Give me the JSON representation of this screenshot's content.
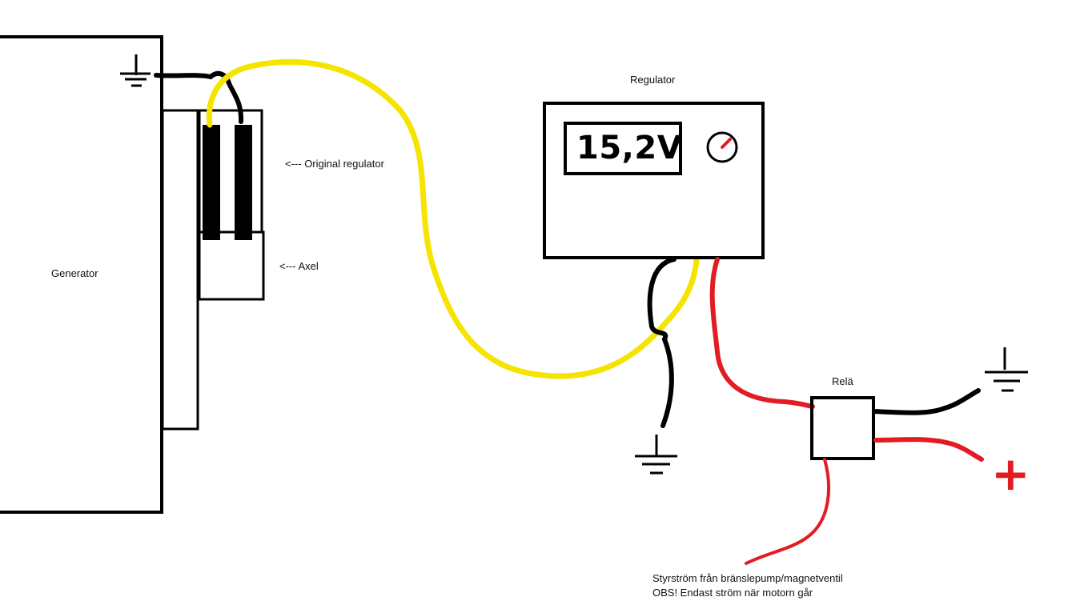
{
  "labels": {
    "generator": "Generator",
    "original_regulator": "<--- Original regulator",
    "axel": "<--- Axel",
    "regulator": "Regulator",
    "relay": "Relä",
    "control_current_line1": "Styrström från bränslepump/magnetventil",
    "control_current_line2": "OBS! Endast ström när motorn går"
  },
  "regulator_display": {
    "voltage": "15,2V"
  },
  "symbols": {
    "positive_terminal": "+",
    "ground_icon": "ground-symbol"
  },
  "colors": {
    "wire_yellow": "#f5e400",
    "wire_black": "#000000",
    "wire_red": "#e31b23",
    "outline": "#000000"
  }
}
